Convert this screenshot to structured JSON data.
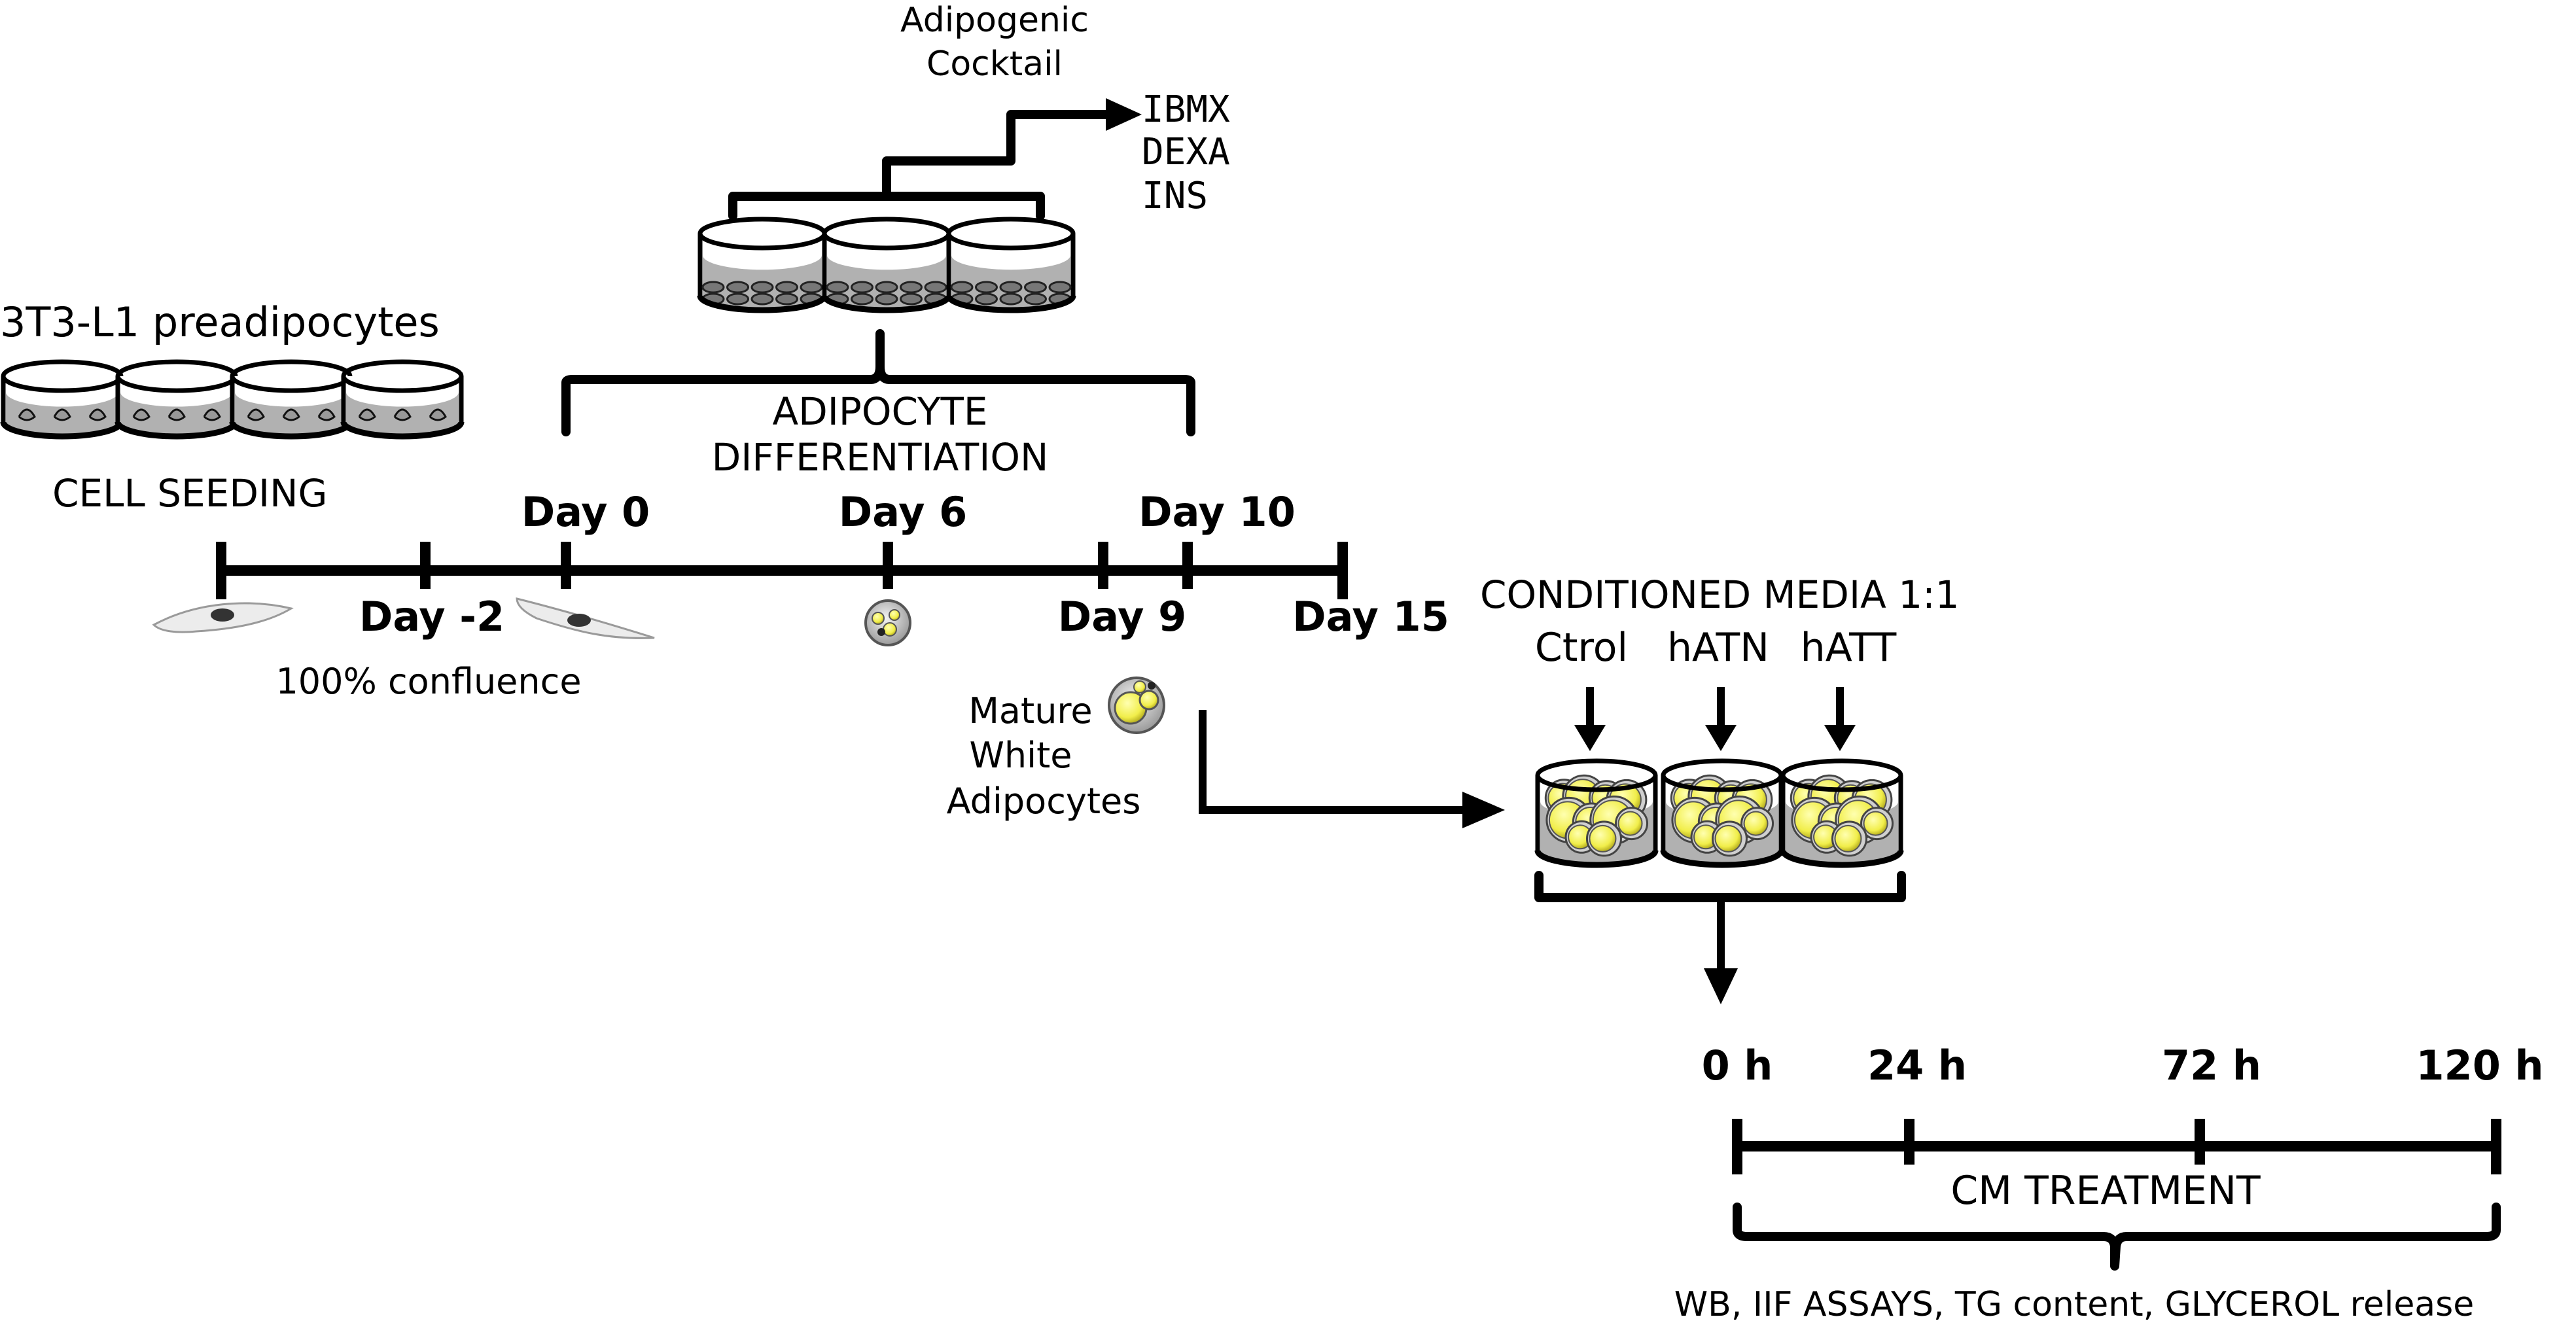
{
  "seeding": {
    "title": "3T3-L1 preadipocytes",
    "label": "CELL SEEDING"
  },
  "cocktail": {
    "title_line1": "Adipogenic",
    "title_line2": "Cocktail",
    "items": [
      "IBMX",
      "DEXA",
      "INS"
    ]
  },
  "differentiation": {
    "line1": "ADIPOCYTE",
    "line2": "DIFFERENTIATION"
  },
  "timeline1": {
    "ticks_above": [
      "Day 0",
      "Day 6",
      "Day 10"
    ],
    "ticks_below": [
      "Day -2",
      "Day 9",
      "Day 15"
    ],
    "confluence": "100% confluence"
  },
  "mature": {
    "line1": "Mature",
    "line2": "White",
    "line3": "Adipocytes"
  },
  "conditioned": {
    "title": "CONDITIONED MEDIA 1:1",
    "groups": [
      "Ctrol",
      "hATN",
      "hATT"
    ]
  },
  "timeline2": {
    "ticks": [
      "0 h",
      "24 h",
      "72 h",
      "120 h"
    ],
    "treatment": "CM TREATMENT",
    "assays": "WB, IIF ASSAYS, TG content, GLYCEROL release"
  },
  "colors": {
    "lipid": "#f1ee4a",
    "medium": "#a8a8a8",
    "cell": "#6f6f6f"
  }
}
